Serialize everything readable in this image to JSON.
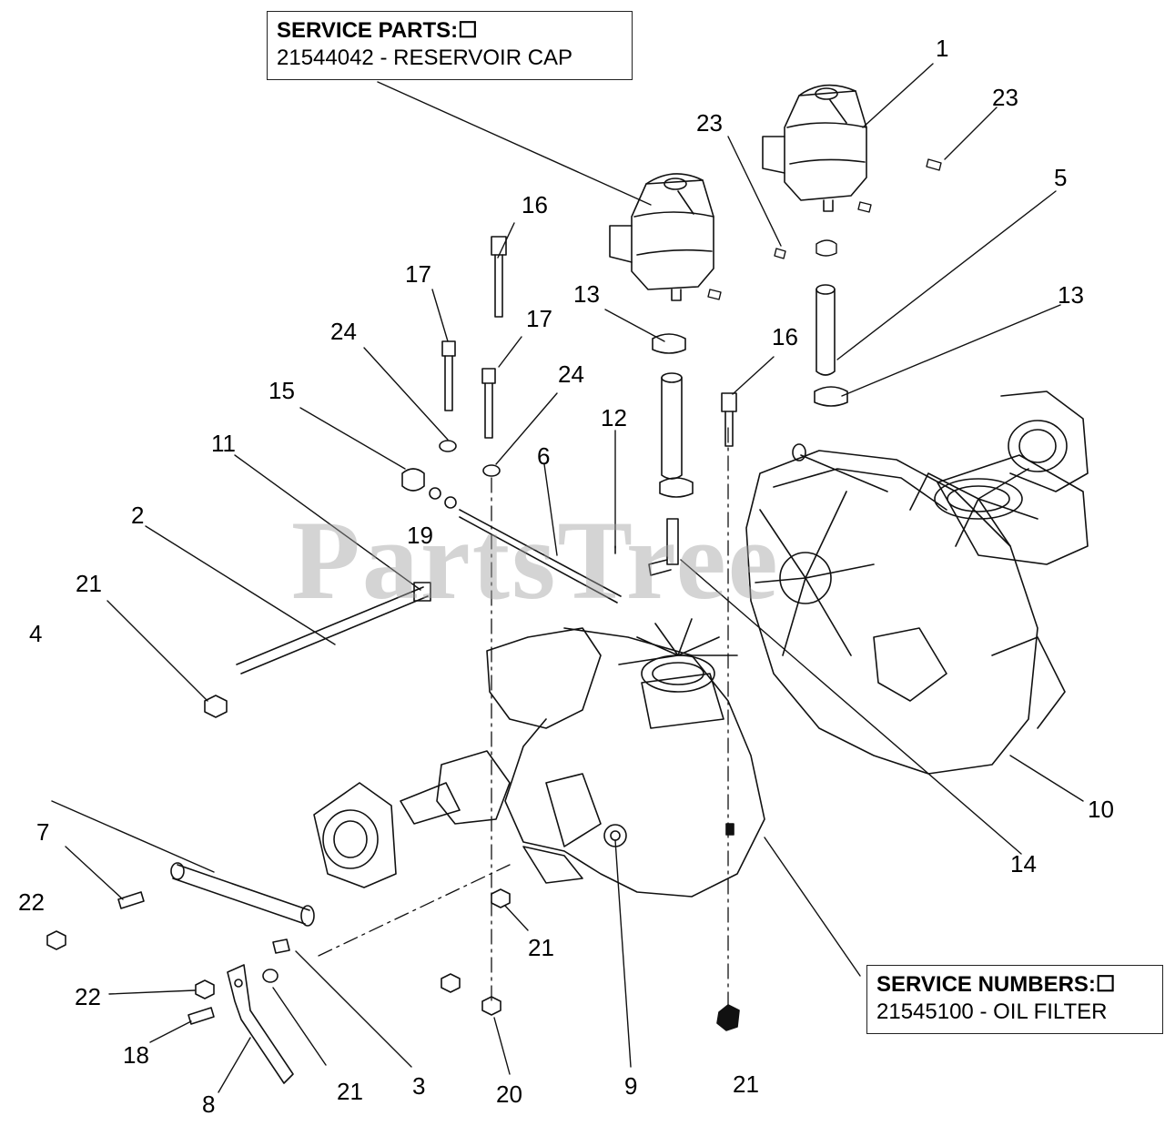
{
  "service_parts": {
    "title": "SERVICE PARTS:☐",
    "item": "21544042 - RESERVOIR CAP"
  },
  "service_numbers": {
    "title": "SERVICE NUMBERS:☐",
    "item": "21545100 - OIL FILTER"
  },
  "watermark": "PartsTree",
  "callouts": [
    {
      "id": "c1",
      "text": "1"
    },
    {
      "id": "c23a",
      "text": "23"
    },
    {
      "id": "c23b",
      "text": "23"
    },
    {
      "id": "c5",
      "text": "5"
    },
    {
      "id": "c16a",
      "text": "16"
    },
    {
      "id": "c13a",
      "text": "13"
    },
    {
      "id": "c13b",
      "text": "13"
    },
    {
      "id": "c16b",
      "text": "16"
    },
    {
      "id": "c17a",
      "text": "17"
    },
    {
      "id": "c17b",
      "text": "17"
    },
    {
      "id": "c24a",
      "text": "24"
    },
    {
      "id": "c24b",
      "text": "24"
    },
    {
      "id": "c15",
      "text": "15"
    },
    {
      "id": "c12",
      "text": "12"
    },
    {
      "id": "c6",
      "text": "6"
    },
    {
      "id": "c11",
      "text": "11"
    },
    {
      "id": "c19",
      "text": "19"
    },
    {
      "id": "c2",
      "text": "2"
    },
    {
      "id": "c21a",
      "text": "21"
    },
    {
      "id": "c4",
      "text": "4"
    },
    {
      "id": "c10",
      "text": "10"
    },
    {
      "id": "c14",
      "text": "14"
    },
    {
      "id": "c7",
      "text": "7"
    },
    {
      "id": "c22a",
      "text": "22"
    },
    {
      "id": "c21b",
      "text": "21"
    },
    {
      "id": "c22b",
      "text": "22"
    },
    {
      "id": "c18",
      "text": "18"
    },
    {
      "id": "c21c",
      "text": "21"
    },
    {
      "id": "c3",
      "text": "3"
    },
    {
      "id": "c20",
      "text": "20"
    },
    {
      "id": "c9",
      "text": "9"
    },
    {
      "id": "c21d",
      "text": "21"
    },
    {
      "id": "c8",
      "text": "8"
    }
  ]
}
